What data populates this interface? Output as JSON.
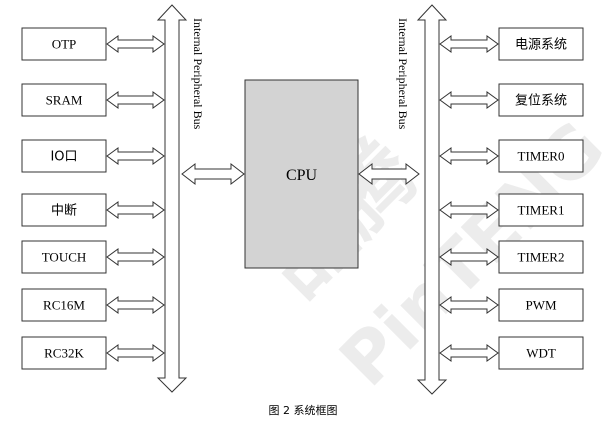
{
  "left_modules": [
    "OTP",
    "SRAM",
    "IO口",
    "中断",
    "TOUCH",
    "RC16M",
    "RC32K"
  ],
  "right_modules": [
    "电源系统",
    "复位系统",
    "TIMER0",
    "TIMER1",
    "TIMER2",
    "PWM",
    "WDT"
  ],
  "cpu_label": "CPU",
  "bus_label_left": "Internal Peripheral Bus",
  "bus_label_right": "Internal Peripheral Bus",
  "caption": "图 2 系统框图",
  "watermark": {
    "text_top": "品腾",
    "text_bottom": "PinTENG",
    "kind": "watermark"
  }
}
